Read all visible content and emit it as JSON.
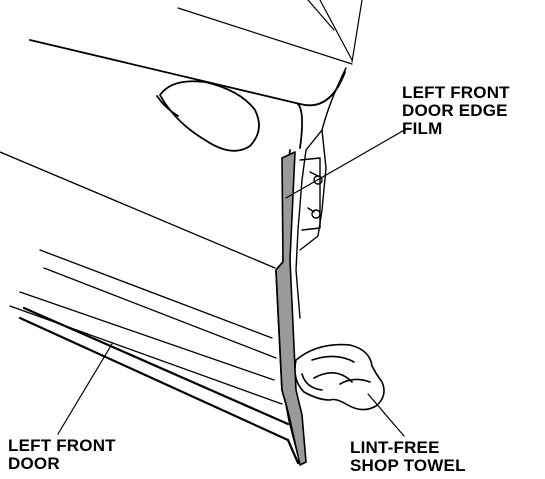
{
  "labels": {
    "edge_film": [
      "LEFT FRONT",
      "DOOR EDGE",
      "FILM"
    ],
    "door": [
      "LEFT FRONT",
      "DOOR"
    ],
    "towel": [
      "LINT-FREE",
      "SHOP TOWEL"
    ]
  }
}
